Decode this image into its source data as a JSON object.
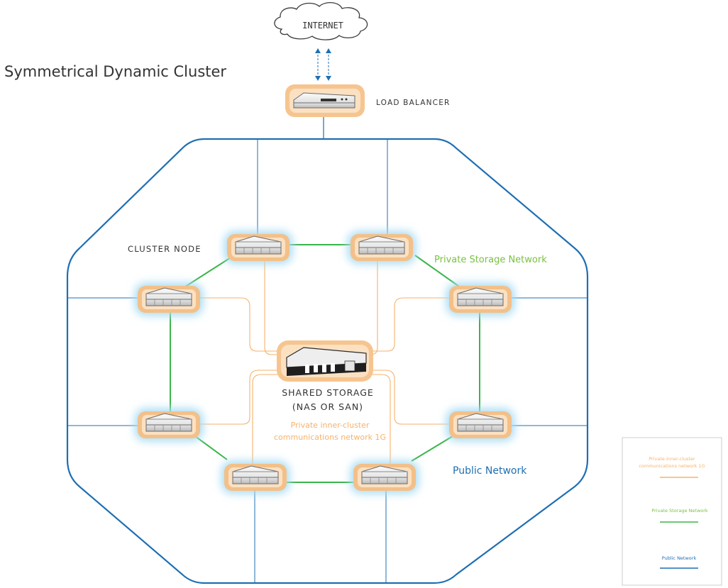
{
  "title": "Symmetrical Dynamic Cluster",
  "labels": {
    "internet": "INTERNET",
    "load_balancer": "LOAD BALANCER",
    "cluster_node": "CLUSTER NODE",
    "private_storage_network": "Private Storage Network",
    "shared_storage_line1": "SHARED STORAGE",
    "shared_storage_line2": "(NAS OR SAN)",
    "inner_cluster_line1": "Private inner-cluster",
    "inner_cluster_line2": "communications network 1G",
    "public_network": "Public Network"
  },
  "legend": {
    "items": [
      {
        "line1": "Private inner-cluster",
        "line2": "communications network 1G"
      },
      {
        "line1": "Private Storage Network",
        "line2": ""
      },
      {
        "line1": "Public Network",
        "line2": ""
      }
    ]
  },
  "colors": {
    "public": "#1f6fb2",
    "storage": "#3ab54a",
    "inner": "#f6b26b",
    "halo_orange": "#f3c089",
    "halo_blue": "#a9dcf3",
    "text_dark": "#333333"
  },
  "icons": {
    "cloud": "cloud-icon",
    "arrows": "bidirectional-arrow-icon",
    "server": "server-icon",
    "storage": "storage-array-icon"
  }
}
